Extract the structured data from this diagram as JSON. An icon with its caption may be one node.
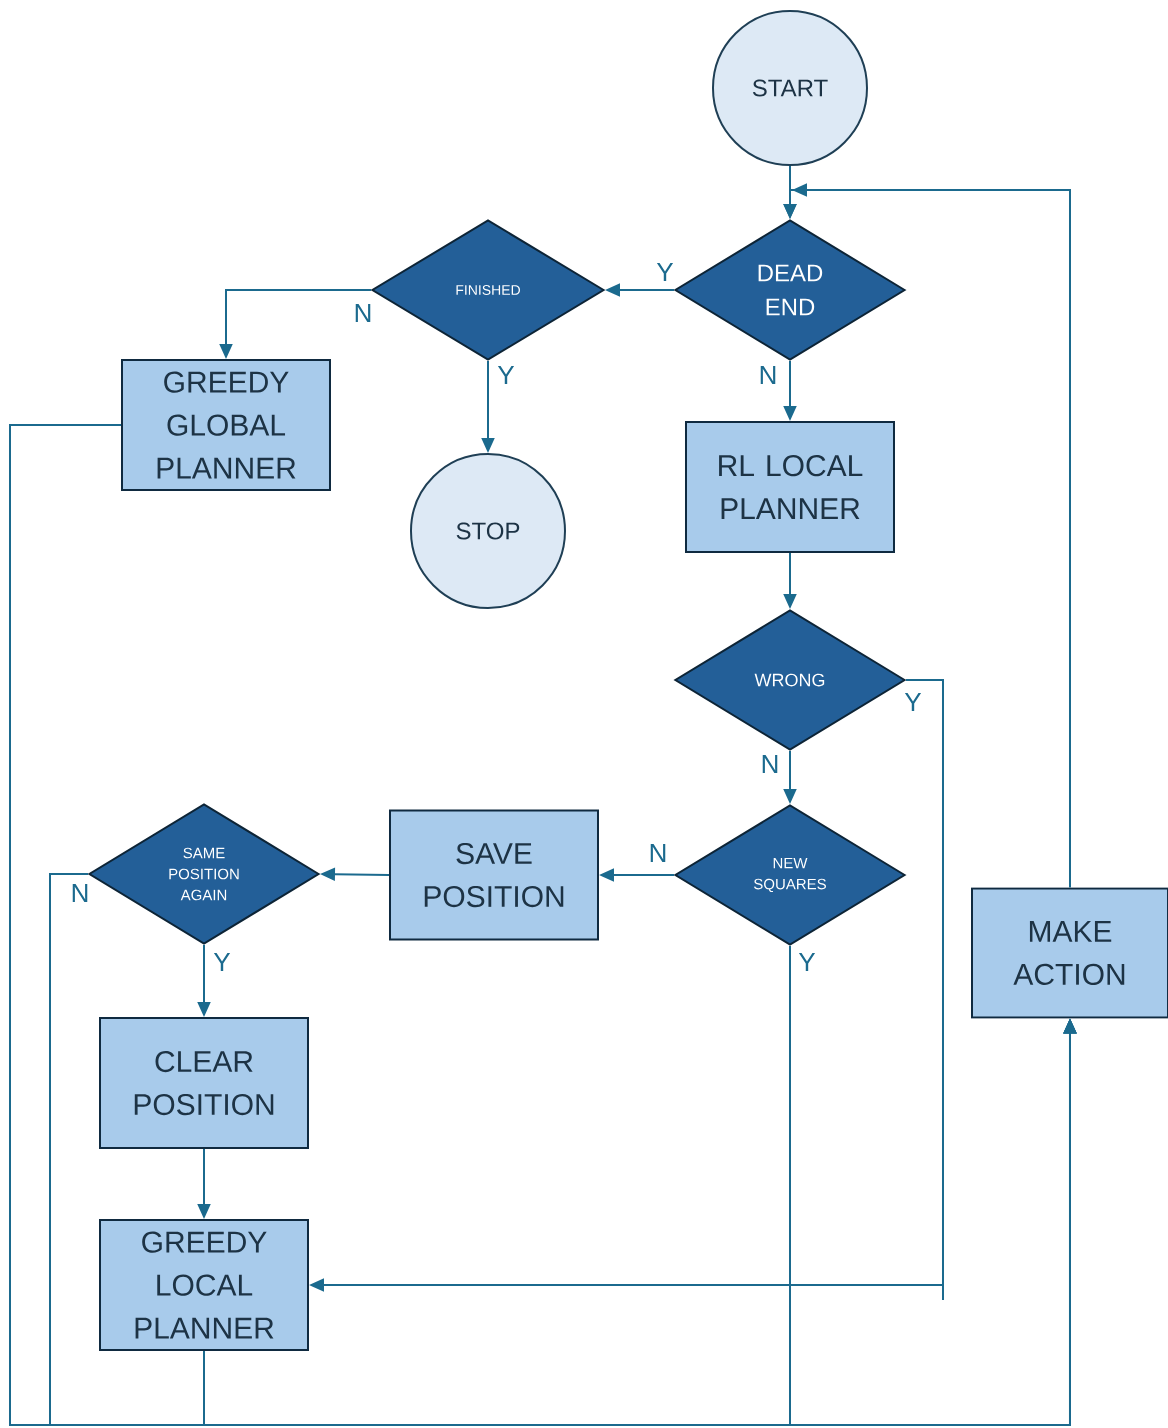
{
  "diagram": {
    "nodes": [
      {
        "text": [
          "START"
        ]
      },
      {
        "text": [
          "DEAD END"
        ]
      },
      {
        "text": [
          "FINISHED"
        ]
      },
      {
        "text": [
          "GREEDY GLOBAL PLANNER"
        ]
      },
      {
        "text": [
          "STOP"
        ]
      },
      {
        "text": [
          "RL LOCAL PLANNER"
        ]
      },
      {
        "text": [
          "WRONG"
        ]
      },
      {
        "text": [
          "NEW SQUARES"
        ]
      },
      {
        "text": [
          "SAVE POSITION"
        ]
      },
      {
        "text": [
          "SAME POSITION AGAIN"
        ]
      },
      {
        "text": [
          "CLEAR POSITION"
        ]
      },
      {
        "text": [
          "GREEDY LOCAL PLANNER"
        ]
      },
      {
        "text": [
          "MAKE ACTION"
        ]
      }
    ],
    "edges": [
      {
        "from": 0,
        "to": 1,
        "arrow": "to"
      },
      {
        "from": 1,
        "to": 2,
        "arrow": "to",
        "label": "Y"
      },
      {
        "from": 1,
        "to": 5,
        "arrow": "to",
        "label": "N"
      },
      {
        "from": 2,
        "to": 3,
        "arrow": "to",
        "label": "N"
      },
      {
        "from": 2,
        "to": 4,
        "arrow": "to",
        "label": "Y"
      },
      {
        "from": 5,
        "to": 6,
        "arrow": "to"
      },
      {
        "from": 6,
        "to": 11,
        "arrow": "to",
        "label": "Y"
      },
      {
        "from": 6,
        "to": 7,
        "arrow": "to",
        "label": "N"
      },
      {
        "from": 7,
        "to": 8,
        "arrow": "to",
        "label": "N"
      },
      {
        "from": 8,
        "to": 9,
        "arrow": "to"
      },
      {
        "from": 9,
        "to": 10,
        "arrow": "to",
        "label": "Y"
      },
      {
        "from": 10,
        "to": 11,
        "arrow": "to"
      },
      {
        "from": 9,
        "to": 12,
        "arrow": "to",
        "label": "N"
      },
      {
        "from": 3,
        "to": 12,
        "arrow": "to"
      },
      {
        "from": 11,
        "to": 12,
        "arrow": "to"
      },
      {
        "from": 7,
        "to": 12,
        "arrow": "to",
        "label": "Y"
      },
      {
        "from": 12,
        "to": 1,
        "arrow": "to"
      }
    ]
  }
}
